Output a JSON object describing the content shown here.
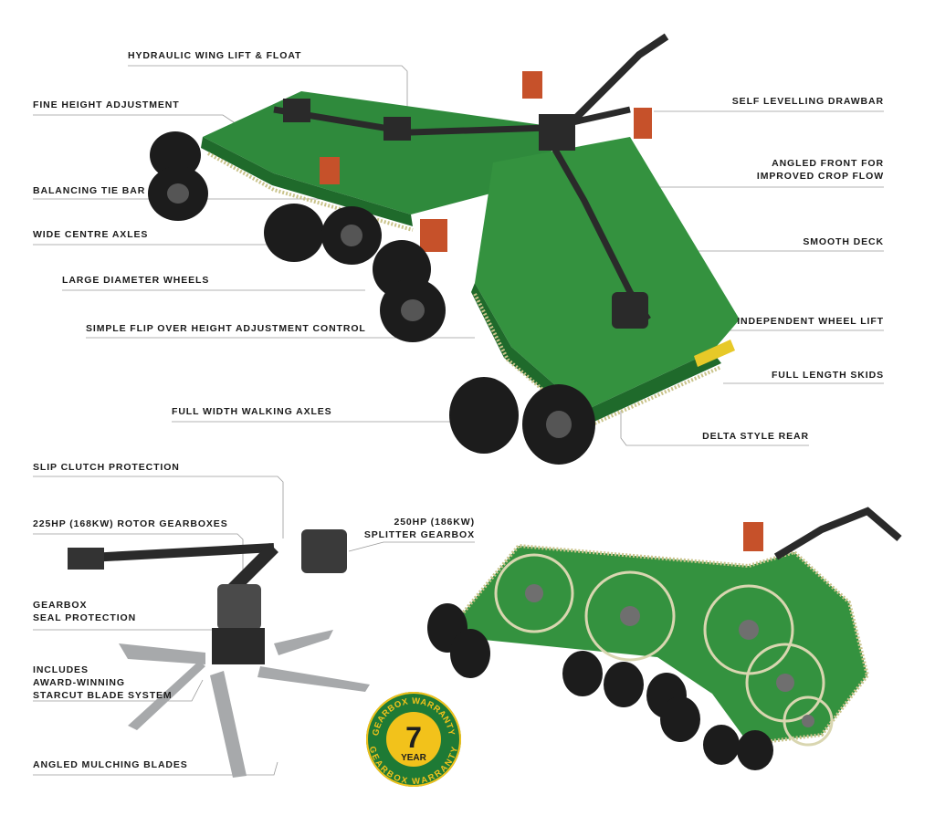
{
  "labels": {
    "hydraulic_wing_lift": "HYDRAULIC WING LIFT & FLOAT",
    "fine_height": "FINE HEIGHT ADJUSTMENT",
    "balancing_tie_bar": "BALANCING TIE BAR",
    "wide_centre_axles": "WIDE CENTRE AXLES",
    "large_diameter_wheels": "LARGE DIAMETER WHEELS",
    "flip_over_control": "SIMPLE FLIP OVER HEIGHT ADJUSTMENT CONTROL",
    "full_width_walking_axles": "FULL WIDTH WALKING AXLES",
    "self_levelling_drawbar": "SELF LEVELLING DRAWBAR",
    "angled_front_line1": "ANGLED FRONT FOR",
    "angled_front_line2": "IMPROVED CROP FLOW",
    "smooth_deck": "SMOOTH DECK",
    "independent_wheel_lift": "INDEPENDENT WHEEL LIFT",
    "full_length_skids": "FULL LENGTH SKIDS",
    "delta_style_rear": "DELTA STYLE REAR",
    "slip_clutch": "SLIP CLUTCH PROTECTION",
    "rotor_gearboxes": "225HP (168KW) ROTOR GEARBOXES",
    "splitter_line1": "250HP (186KW)",
    "splitter_line2": "SPLITTER GEARBOX",
    "seal_line1": "GEARBOX",
    "seal_line2": "SEAL PROTECTION",
    "starcut_line1": "INCLUDES",
    "starcut_line2": "AWARD-WINNING",
    "starcut_line3": "STARCUT BLADE SYSTEM",
    "mulching_blades": "ANGLED MULCHING BLADES"
  },
  "badge": {
    "top_text": "GEARBOX WARRANTY",
    "bottom_text": "GEARBOX WARRANTY",
    "number": "7",
    "unit": "YEAR"
  },
  "colors": {
    "deck_green": "#2f8a3c",
    "deck_dark": "#1f6a2b",
    "badge_yellow": "#f2c21b",
    "badge_green": "#1e7a35",
    "tyre": "#1c1c1c"
  }
}
